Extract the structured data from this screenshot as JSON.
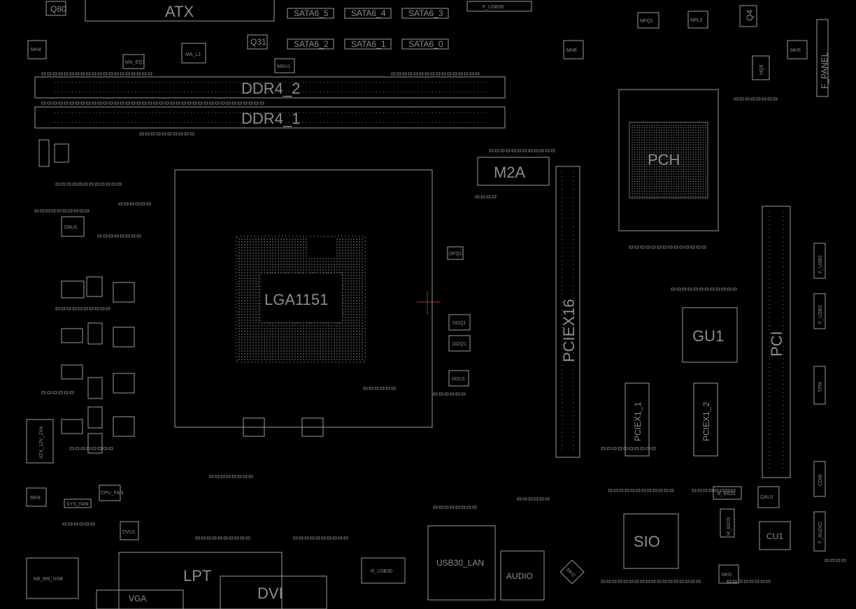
{
  "board": {
    "labels": {
      "atx": "ATX",
      "q80": "Q80",
      "sata5": "SATA6_5",
      "sata4": "SATA6_4",
      "sata3": "SATA6_3",
      "sata2": "SATA6_2",
      "sata1": "SATA6_1",
      "sata0": "SATA6_0",
      "fusb30": "F_USB30",
      "q31": "Q31",
      "mh4": "MH4",
      "mh6": "MH6",
      "mh5": "MH5",
      "mh3": "MH3",
      "mh1": "MH1",
      "mh2": "MH2",
      "mal1": "MA_L1",
      "mau1": "MAU1",
      "maeq1": "MA_EQ1",
      "ddr4_2": "DDR4_2",
      "ddr4_1": "DDR4_1",
      "npq1": "NPQ1",
      "npl2": "NPL2",
      "q4": "Q4",
      "nq9": "NQ9",
      "fpanel": "F_PANEL",
      "m2a": "M2A",
      "pch": "PCH",
      "lga": "LGA1151",
      "pciex16": "PCIEX16",
      "gu1": "GU1",
      "pci": "PCI",
      "fusb1": "F_USB1",
      "fusb2": "F_USB2",
      "tpm": "TPM",
      "com": "COM",
      "pciex1_1": "PCIEX1_1",
      "pciex1_2": "PCIEX1_2",
      "sio": "SIO",
      "bbios": "B_BIOS",
      "mbios": "M_BIOS",
      "qau1": "QAU1",
      "cu1": "CU1",
      "faudio": "F_AUDIO",
      "dau1": "DAU1",
      "atx12v": "ATX_12V_2X4",
      "kbms": "KB_MS_USB",
      "lpt": "LPT",
      "vga": "VGA",
      "dvi": "DVI",
      "rusb30": "R_USB30",
      "usb30lan": "USB30_LAN",
      "audio": "AUDIO",
      "sysfan": "SYS_FAN",
      "dvu1": "DVU1",
      "ddq1": "DDQ1",
      "ddu1": "DDU1",
      "dfq1": "DFQ1",
      "dgq1": "DGQ1",
      "cpufan": "CPU_FAN"
    }
  }
}
